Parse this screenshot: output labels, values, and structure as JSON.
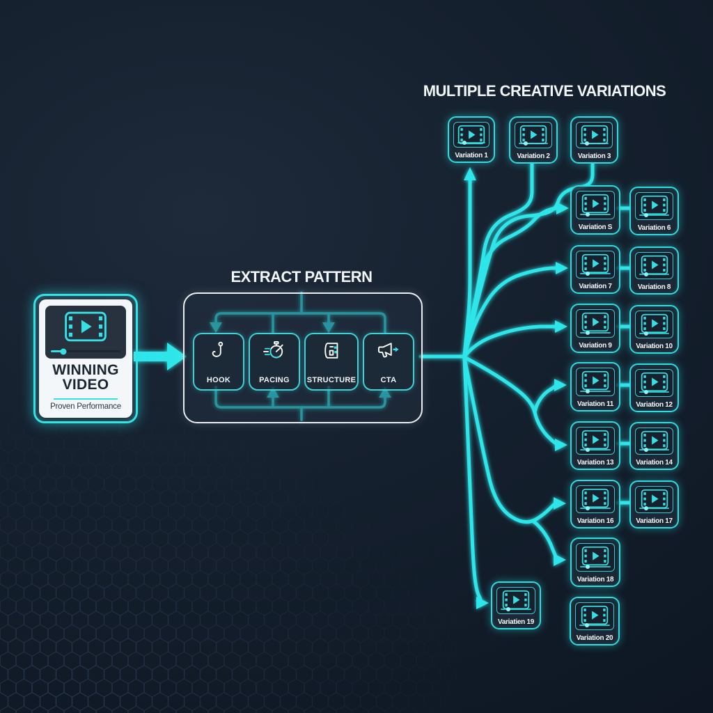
{
  "titles": {
    "variations": "MULTIPLE CREATIVE VARIATIONS",
    "pattern": "EXTRACT PATTERN"
  },
  "source_card": {
    "title_line1": "WINNING",
    "title_line2": "VIDEO",
    "subtitle": "Proven Performance",
    "icon": "film-play-icon"
  },
  "pattern_steps": [
    {
      "label": "HOOK",
      "icon": "fish-hook-icon"
    },
    {
      "label": "PACING",
      "icon": "stopwatch-icon"
    },
    {
      "label": "STRUCTURE",
      "icon": "blueprint-icon"
    },
    {
      "label": "CTA",
      "icon": "megaphone-icon"
    }
  ],
  "variations": [
    {
      "label": "Variation 1"
    },
    {
      "label": "Variation 2"
    },
    {
      "label": "Variation 3"
    },
    {
      "label": "Variation S"
    },
    {
      "label": "Variation 6"
    },
    {
      "label": "Variation 7"
    },
    {
      "label": "Variation 8"
    },
    {
      "label": "Variation 9"
    },
    {
      "label": "Variation 10"
    },
    {
      "label": "Variation 11"
    },
    {
      "label": "Variation 12"
    },
    {
      "label": "Variation 13"
    },
    {
      "label": "Variation 14"
    },
    {
      "label": "Variation 16"
    },
    {
      "label": "Variation 17"
    },
    {
      "label": "Variation 18"
    },
    {
      "label": "Variatien 19"
    },
    {
      "label": "Variation 20"
    }
  ],
  "colors": {
    "accent": "#2EE6E9",
    "background": "#131D2A",
    "card_background": "#1D2A38",
    "white": "#F2F6F8",
    "ink": "#1C2633"
  }
}
